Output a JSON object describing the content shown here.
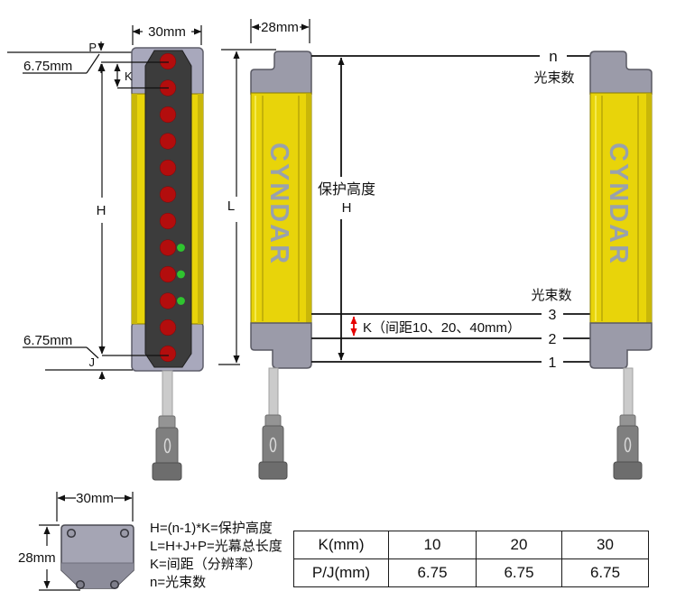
{
  "front_view": {
    "width_dim": "30mm",
    "top_margin_dim": "6.75mm",
    "bottom_margin_dim": "6.75mm",
    "p_label": "P",
    "k_label": "K",
    "h_label": "H",
    "j_label": "J"
  },
  "emitter_view": {
    "width_dim": "28mm",
    "l_label": "L",
    "brand": "CYNDAR",
    "protection_height_label": "保护高度",
    "protection_height_symbol": "H",
    "pitch_label": "K（间距10、20、40mm）"
  },
  "receiver_view": {
    "brand": "CYNDAR",
    "beam_n_label": "n",
    "beam_count_top_label": "光束数",
    "beam_count_bottom_label": "光束数",
    "beam_3_label": "3",
    "beam_2_label": "2",
    "beam_1_label": "1"
  },
  "cross_section": {
    "width_dim": "30mm",
    "height_dim": "28mm"
  },
  "formulas": {
    "line1": "H=(n-1)*K=保护高度",
    "line2": "L=H+J+P=光幕总长度",
    "line3": "K=间距（分辨率）",
    "line4": "n=光束数"
  },
  "spec_table": {
    "rows": [
      {
        "cells": [
          "K(mm)",
          "10",
          "20",
          "30"
        ]
      },
      {
        "cells": [
          "P/J(mm)",
          "6.75",
          "6.75",
          "6.75"
        ]
      }
    ]
  },
  "colors": {
    "body_yellow": "#e8d40a",
    "body_yellow_shade": "#c9b709",
    "front_cap_gray": "#a8a8bc",
    "side_cap_gray": "#9b9ba9",
    "led_strip_dark": "#3c3c3c",
    "led_red": "#b30d0d",
    "led_green": "#2fc52f",
    "arrow_red": "#e50000",
    "brand_text": "#99a1ad"
  }
}
